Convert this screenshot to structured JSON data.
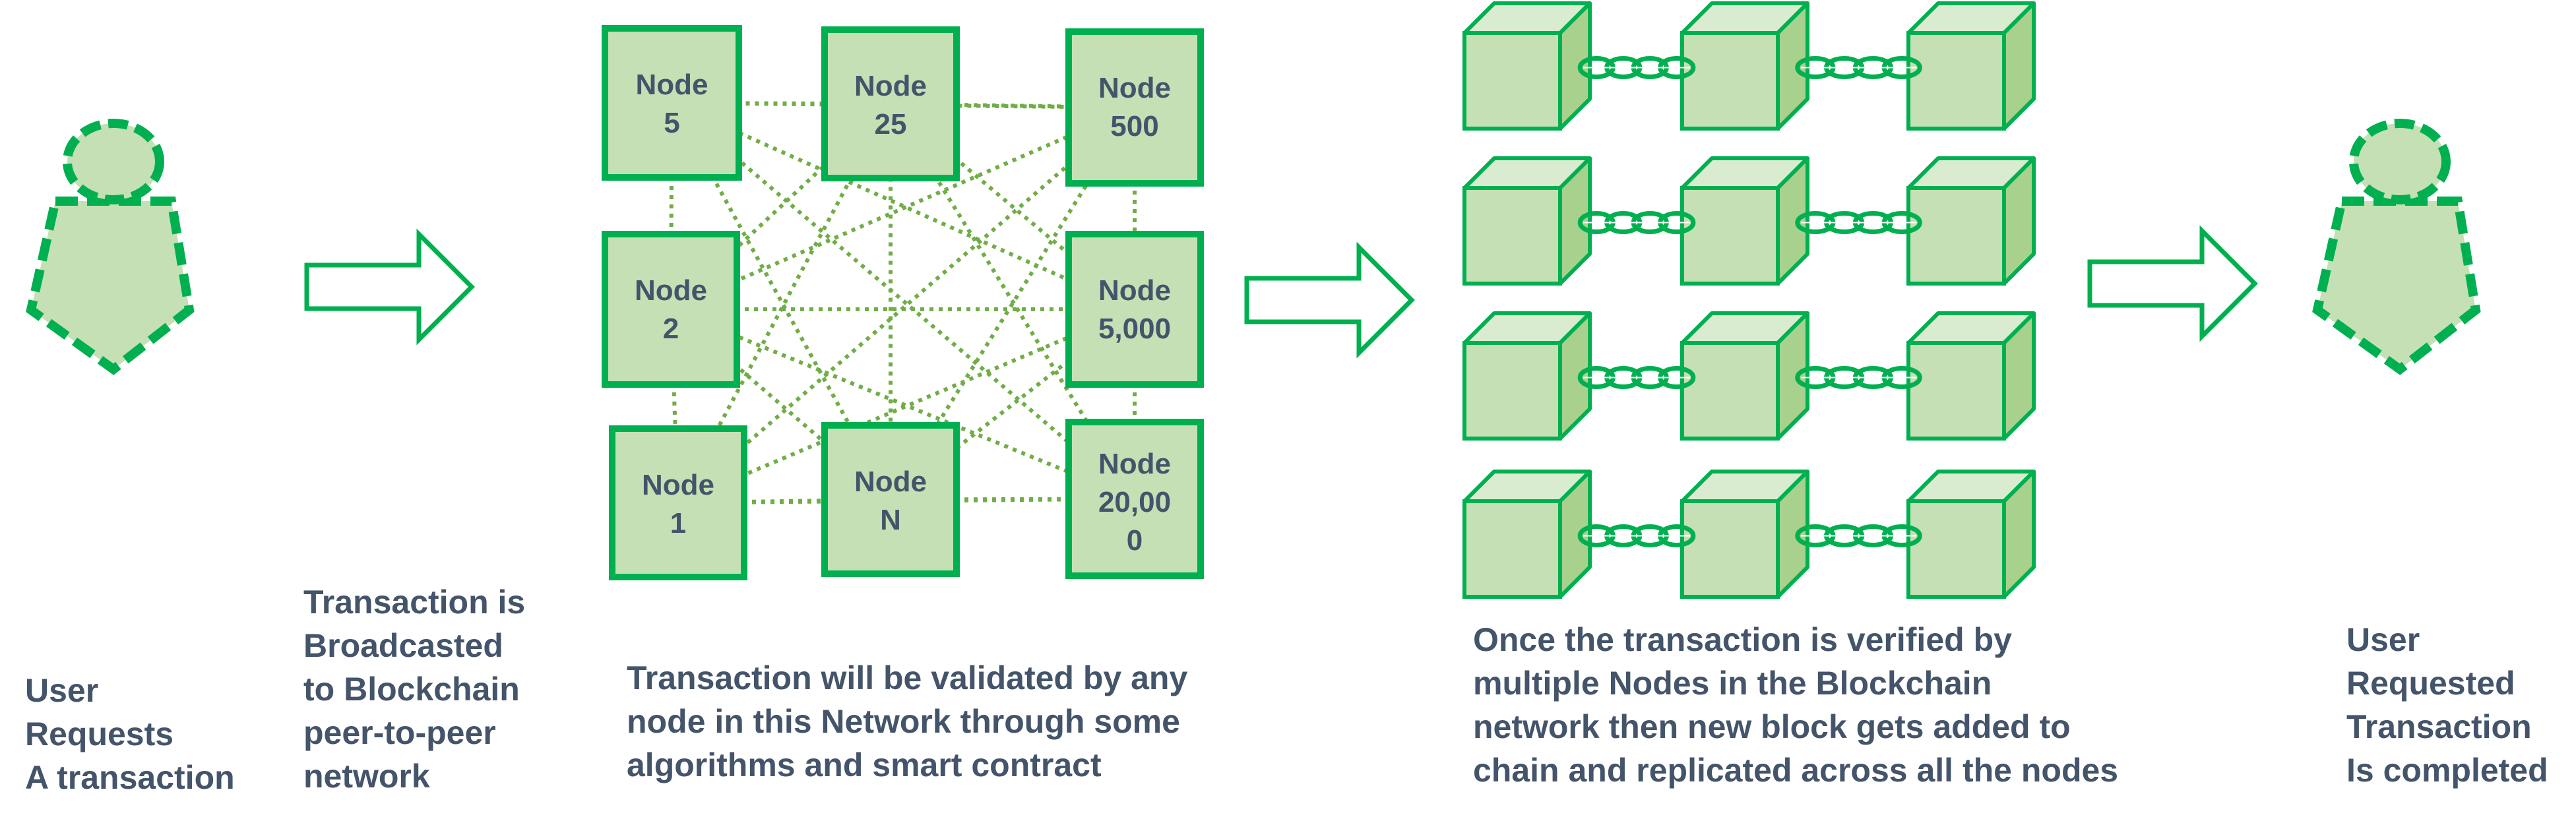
{
  "colors": {
    "fill_light": "#c5e0b4",
    "stroke_green": "#00b050",
    "connector_green": "#70ad47",
    "text": "#44546a",
    "arrow_stroke": "#00b050"
  },
  "steps": {
    "user_request": {
      "icon": "user-icon",
      "lines": [
        "User",
        "Requests",
        "A transaction"
      ]
    },
    "broadcast": {
      "icon": "arrow-right-icon",
      "lines": [
        "Transaction is",
        "Broadcasted",
        "to Blockchain",
        "peer-to-peer",
        "network"
      ]
    },
    "validation": {
      "lines": [
        "Transaction will be validated by any",
        "node in this Network through some",
        "algorithms and smart contract"
      ]
    },
    "blocks": {
      "icon": "block-chain-icon",
      "lines": [
        "Once the transaction is verified by",
        "multiple Nodes in the Blockchain",
        "network then new block gets added to",
        "chain and replicated across all the nodes"
      ]
    },
    "completed": {
      "icon": "user-icon",
      "lines": [
        "User",
        "Requested",
        "Transaction",
        "Is completed"
      ]
    }
  },
  "network": {
    "nodes": [
      {
        "id": "n5",
        "lines": [
          "Node",
          "5"
        ]
      },
      {
        "id": "n25",
        "lines": [
          "Node",
          "25"
        ]
      },
      {
        "id": "n500",
        "lines": [
          "Node",
          "500"
        ]
      },
      {
        "id": "n2",
        "lines": [
          "Node",
          "2"
        ]
      },
      {
        "id": "n5000",
        "lines": [
          "Node",
          "5,000"
        ]
      },
      {
        "id": "n1",
        "lines": [
          "Node",
          "1"
        ]
      },
      {
        "id": "nN",
        "lines": [
          "Node",
          "N"
        ]
      },
      {
        "id": "n20000",
        "lines": [
          "Node",
          "20,00",
          "0"
        ]
      }
    ],
    "links": [
      [
        "n5",
        "n25"
      ],
      [
        "n25",
        "n500"
      ],
      [
        "n5",
        "n2"
      ],
      [
        "n2",
        "n1"
      ],
      [
        "n500",
        "n5000"
      ],
      [
        "n5000",
        "n20000"
      ],
      [
        "n1",
        "nN"
      ],
      [
        "nN",
        "n20000"
      ],
      [
        "n5",
        "n500"
      ],
      [
        "n5",
        "n5000"
      ],
      [
        "n5",
        "nN"
      ],
      [
        "n5",
        "n20000"
      ],
      [
        "n25",
        "n2"
      ],
      [
        "n25",
        "n5000"
      ],
      [
        "n25",
        "n1"
      ],
      [
        "n25",
        "n20000"
      ],
      [
        "n500",
        "n2"
      ],
      [
        "n500",
        "n1"
      ],
      [
        "n500",
        "nN"
      ],
      [
        "n2",
        "n5000"
      ],
      [
        "n2",
        "nN"
      ],
      [
        "n2",
        "n20000"
      ],
      [
        "n5000",
        "n1"
      ],
      [
        "n5000",
        "nN"
      ],
      [
        "n1",
        "n20000"
      ],
      [
        "n25",
        "nN"
      ]
    ]
  },
  "chain": {
    "rows": 4,
    "blocks_per_row": 3
  }
}
